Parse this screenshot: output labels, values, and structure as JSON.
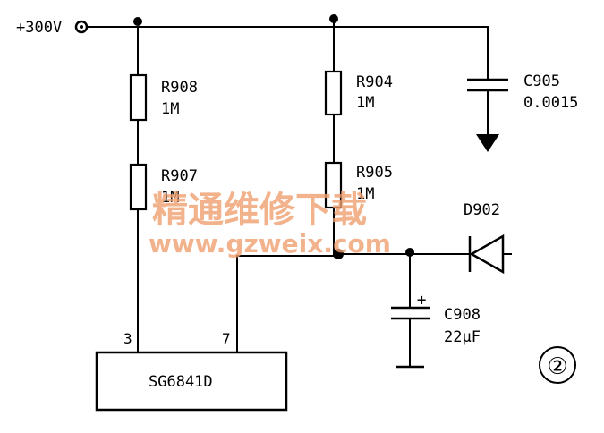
{
  "supply": {
    "label": "+300V"
  },
  "resistors": [
    {
      "ref": "R908",
      "value": "1M"
    },
    {
      "ref": "R907",
      "value": "1M"
    },
    {
      "ref": "R904",
      "value": "1M"
    },
    {
      "ref": "R905",
      "value": "1M"
    }
  ],
  "capacitors": [
    {
      "ref": "C905",
      "value": "0.0015"
    },
    {
      "ref": "C908",
      "value": "22μF",
      "polarity": "+"
    }
  ],
  "diode": {
    "ref": "D902"
  },
  "ic": {
    "name": "SG6841D",
    "pins": [
      "3",
      "7"
    ]
  },
  "figure_number": "②",
  "watermark": {
    "cn": "精通维修下载",
    "url": "www.gzweix.com"
  }
}
